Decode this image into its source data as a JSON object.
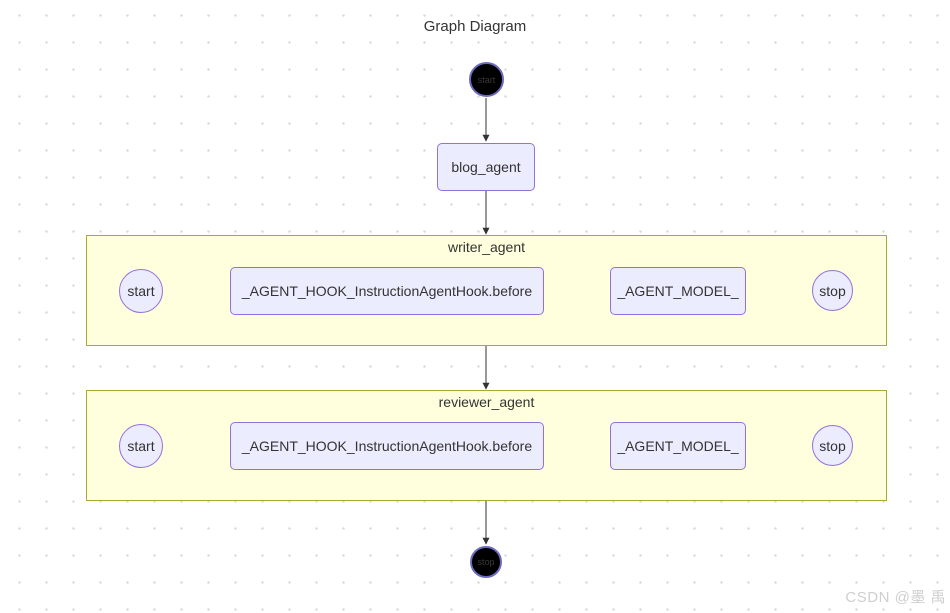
{
  "title": "Graph Diagram",
  "watermark": "CSDN @墨 禹",
  "nodes": {
    "start": "start",
    "blog_agent": "blog_agent",
    "stop": "stop"
  },
  "subgraphs": [
    {
      "label": "writer_agent",
      "start": "start",
      "hook": "_AGENT_HOOK_InstructionAgentHook.before",
      "model": "_AGENT_MODEL_",
      "stop": "stop"
    },
    {
      "label": "reviewer_agent",
      "start": "start",
      "hook": "_AGENT_HOOK_InstructionAgentHook.before",
      "model": "_AGENT_MODEL_",
      "stop": "stop"
    }
  ]
}
